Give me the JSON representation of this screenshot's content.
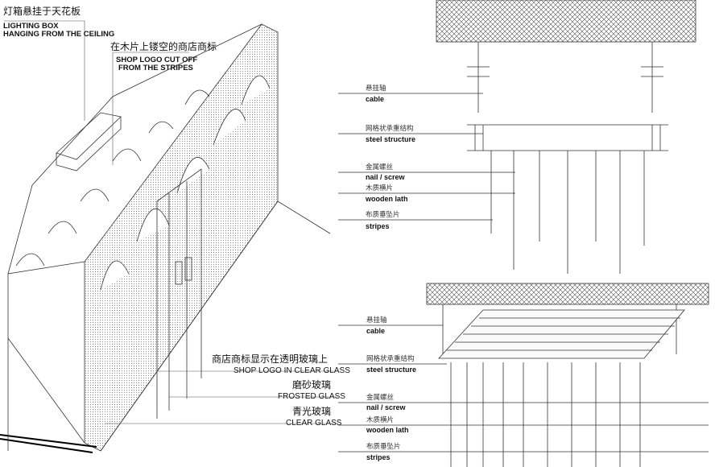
{
  "left_labels": {
    "lighting_box_cn": "灯箱悬挂于天花板",
    "lighting_box_en1": "LIGHTING BOX",
    "lighting_box_en2": "HANGING FROM THE CEILING",
    "shop_logo_cut_cn": "在木片上镂空的商店商标",
    "shop_logo_cut_en1": "SHOP LOGO CUT OFF",
    "shop_logo_cut_en2": "FROM THE STRIPES",
    "logo_glass_cn": "商店商标显示在透明玻璃上",
    "logo_glass_en": "SHOP LOGO IN CLEAR GLASS",
    "frosted_cn": "磨砂玻璃",
    "frosted_en": "FROSTED GLASS",
    "clear_cn": "青光玻璃",
    "clear_en": "CLEAR GLASS"
  },
  "detail_top": [
    {
      "cn": "悬挂轴",
      "en": "cable"
    },
    {
      "cn": "网格状承重结构",
      "en": "steel structure"
    },
    {
      "cn": "金属螺丝",
      "en": "nail / screw"
    },
    {
      "cn": "木质横片",
      "en": "wooden lath"
    },
    {
      "cn": "布质垂坠片",
      "en": "stripes"
    }
  ],
  "detail_bottom": [
    {
      "cn": "悬挂轴",
      "en": "cable"
    },
    {
      "cn": "网格状承重结构",
      "en": "steel structure"
    },
    {
      "cn": "金属螺丝",
      "en": "nail / screw"
    },
    {
      "cn": "木质横片",
      "en": "wooden lath"
    },
    {
      "cn": "布质垂坠片",
      "en": "stripes"
    }
  ]
}
